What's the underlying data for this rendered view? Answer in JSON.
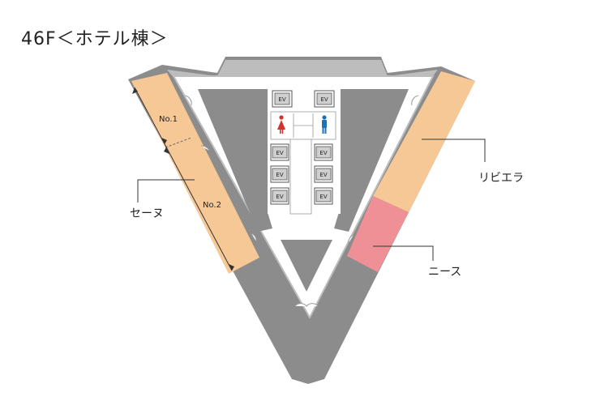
{
  "floor": {
    "title": "46F＜ホテル棟＞"
  },
  "rooms": {
    "seine": {
      "label": "セーヌ",
      "sub1": "No.1",
      "sub2": "No.2"
    },
    "riviera": {
      "label": "リビエラ"
    },
    "nice": {
      "label": "ニース"
    }
  },
  "elevator": {
    "label": "EV"
  },
  "colors": {
    "building": "#8c8c8c",
    "corridor": "#ffffff",
    "room_orange": "#f6c896",
    "room_pink": "#ee9095",
    "wall_outline": "#9a9a9a",
    "restroom_female": "#d0342c",
    "restroom_male": "#1f6fb5"
  }
}
